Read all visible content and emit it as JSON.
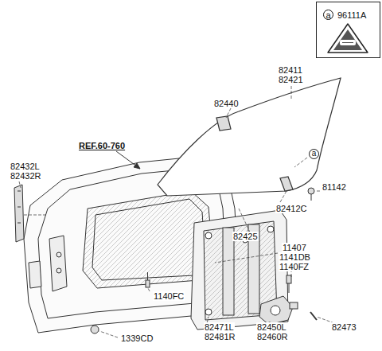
{
  "diagram": {
    "nodes": [
      {
        "text": [
          "a",
          "96111A"
        ]
      }
    ],
    "labels": [
      "82411",
      "82421",
      "82440",
      "REF.60-760",
      "82432L",
      "82432R",
      "a",
      "81142",
      "82412C",
      "82425",
      "11407",
      "1141DB",
      "1140FZ",
      "1140FC",
      "1339CD",
      "82471L",
      "82481R",
      "82450L",
      "82460R",
      "82473"
    ]
  }
}
